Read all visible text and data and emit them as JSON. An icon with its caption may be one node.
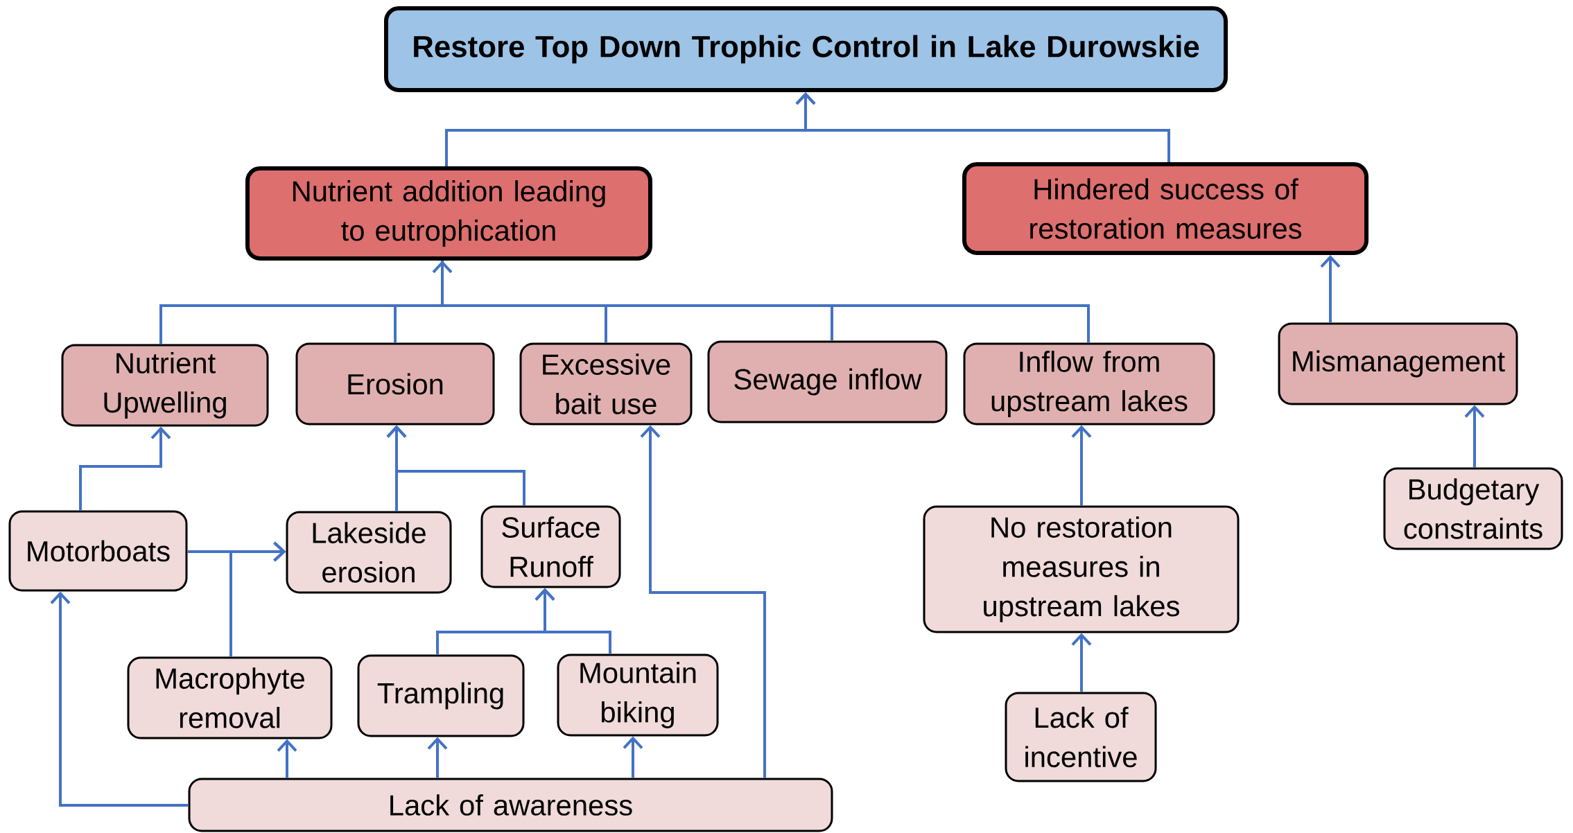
{
  "diagram": {
    "nodes": [
      {
        "text": [
          "Restore Top Down Trophic Control in Lake Durowskie"
        ]
      },
      {
        "text": [
          "Nutrient addition leading to eutrophication"
        ]
      },
      {
        "text": [
          "Hindered success of restoration measures"
        ]
      },
      {
        "text": [
          "Nutrient Upwelling"
        ]
      },
      {
        "text": [
          "Erosion"
        ]
      },
      {
        "text": [
          "Excessive bait use"
        ]
      },
      {
        "text": [
          "Sewage inflow"
        ]
      },
      {
        "text": [
          "Inflow from upstream lakes"
        ]
      },
      {
        "text": [
          "Mismanagement"
        ]
      },
      {
        "text": [
          "Motorboats"
        ]
      },
      {
        "text": [
          "Lakeside erosion"
        ]
      },
      {
        "text": [
          "Surface Runoff"
        ]
      },
      {
        "text": [
          "No restoration measures in upstream lakes"
        ]
      },
      {
        "text": [
          "Budgetary constraints"
        ]
      },
      {
        "text": [
          "Macrophyte removal"
        ]
      },
      {
        "text": [
          "Trampling"
        ]
      },
      {
        "text": [
          "Mountain biking"
        ]
      },
      {
        "text": [
          "Lack of incentive"
        ]
      },
      {
        "text": [
          "Lack of awareness"
        ]
      }
    ],
    "edges": [
      {
        "from": 1,
        "to": 0,
        "arrow": "to"
      },
      {
        "from": 2,
        "to": 0,
        "arrow": "to"
      },
      {
        "from": 3,
        "to": 1,
        "arrow": "to"
      },
      {
        "from": 4,
        "to": 1,
        "arrow": "to"
      },
      {
        "from": 5,
        "to": 1,
        "arrow": "to"
      },
      {
        "from": 6,
        "to": 1,
        "arrow": "to"
      },
      {
        "from": 7,
        "to": 1,
        "arrow": "to"
      },
      {
        "from": 8,
        "to": 2,
        "arrow": "to"
      },
      {
        "from": 13,
        "to": 8,
        "arrow": "to"
      },
      {
        "from": 9,
        "to": 3,
        "arrow": "to"
      },
      {
        "from": 10,
        "to": 4,
        "arrow": "to"
      },
      {
        "from": 11,
        "to": 4,
        "arrow": "to"
      },
      {
        "from": 9,
        "to": 10,
        "arrow": "to"
      },
      {
        "from": 14,
        "to": 10,
        "arrow": "to"
      },
      {
        "from": 15,
        "to": 11,
        "arrow": "to"
      },
      {
        "from": 16,
        "to": 11,
        "arrow": "to"
      },
      {
        "from": 12,
        "to": 7,
        "arrow": "to"
      },
      {
        "from": 17,
        "to": 12,
        "arrow": "to"
      },
      {
        "from": 18,
        "to": 9,
        "arrow": "to"
      },
      {
        "from": 18,
        "to": 14,
        "arrow": "to"
      },
      {
        "from": 18,
        "to": 15,
        "arrow": "to"
      },
      {
        "from": 18,
        "to": 16,
        "arrow": "to"
      },
      {
        "from": 18,
        "to": 5,
        "arrow": "to"
      }
    ]
  }
}
